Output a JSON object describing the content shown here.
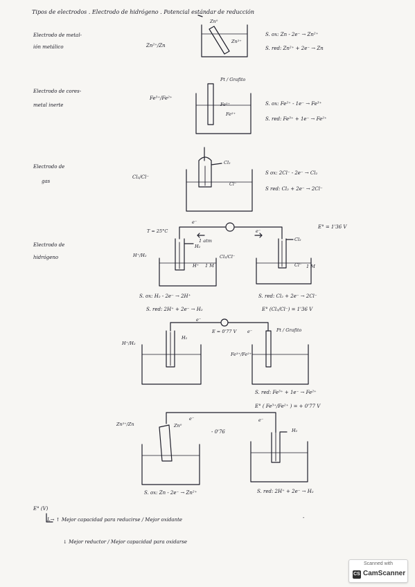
{
  "page_title": "Tipos de electrodos . Electrodo de hidrógeno . Potencial estándar de reducción",
  "sections": {
    "metal_ion": {
      "label_1": "Electrodo de metal-",
      "label_2": "ión metálico",
      "pair": "Zn²⁺/Zn",
      "diagram_top": "Zn⁰",
      "diagram_ion": "Zn²⁺",
      "ox": "S. ox: Zn - 2e⁻ → Zn²⁺",
      "red": "S. red: Zn²⁺ + 2e⁻ → Zn"
    },
    "redox": {
      "label_1": "Electrodo de cores-",
      "label_2": "metal inerte",
      "pair": "Fe³⁺/Fe²⁺",
      "diagram_top": "Pt / Grafito",
      "ion_1": "Fe³⁺",
      "ion_2": "Fe²⁺",
      "ox": "S. ox: Fe²⁺ - 1e⁻ → Fe³⁺",
      "red": "S. red: Fe³⁺ + 1e⁻ → Fe²⁺"
    },
    "gas": {
      "label_1": "Electrodo de",
      "label_2": "gas",
      "pair": "Cl₂/Cl⁻",
      "gas": "Cl₂",
      "ion": "Cl⁻",
      "ox": "S ox: 2Cl⁻ - 2e⁻ → Cl₂",
      "red": "S red: Cl₂ + 2e⁻ → 2Cl⁻"
    },
    "hydrogen": {
      "label_1": "Electrodo de",
      "label_2": "hidrógeno",
      "temp": "T = 25°C",
      "pair_h": "H⁺/H₂",
      "pair_cl": "Cl₂/Cl⁻",
      "e1": "e⁻",
      "e2": "e⁻",
      "atm": "1 atm",
      "h2": "H₂",
      "h_ion": "H⁺",
      "conc_1": "1 M",
      "cl2": "Cl₂",
      "cl_ion": "Cl⁻",
      "conc_2": "1 M",
      "e0": "E° = 1'36 V",
      "ox": "S. ox: H₂ - 2e⁻ → 2H⁺",
      "red_left": "S. red: 2H⁺ + 2e⁻ → H₂",
      "red_right": "S. red: Cl₂ + 2e⁻ → 2Cl⁻",
      "e0_pair": "E° (Cl₂/Cl⁻) = 1'36 V"
    },
    "fe_cell": {
      "pair_h": "H⁺/H₂",
      "e_left": "e⁻",
      "voltage": "E = 0'77 V",
      "e_right": "e⁻",
      "electrode": "Pt / Grafito",
      "h2": "H₂",
      "pair_fe": "Fe³⁺/Fe²⁺",
      "red": "S. red: Fe³⁺ + 1e⁻ → Fe²⁺",
      "e0": "E° ( Fe³⁺/Fe²⁺ ) = + 0'77 V"
    },
    "zn_cell": {
      "pair": "Zn²⁺/Zn",
      "zn": "Zn⁰",
      "e_left": "e⁻",
      "voltage": "- 0'76",
      "e_right": "e⁻",
      "h2": "H₂",
      "ox": "S. ox: Zn - 2e⁻ → Zn²⁺",
      "red": "S. red: 2H⁺ + 2e⁻ → H₂"
    },
    "summary": {
      "e0": "E° (V)",
      "line_1": "L→ ↑ Mejor capacidad para reducirse / Mejor oxidante",
      "dash": "-",
      "line_2": "↓ Mejor reductor / Mejor capacidad para oxidarse"
    }
  },
  "stamp": {
    "line_1": "Scanned with",
    "brand": "CamScanner",
    "logo_text": "CS"
  },
  "colors": {
    "ink": "#1c1c28",
    "paper": "#f7f6f3"
  }
}
